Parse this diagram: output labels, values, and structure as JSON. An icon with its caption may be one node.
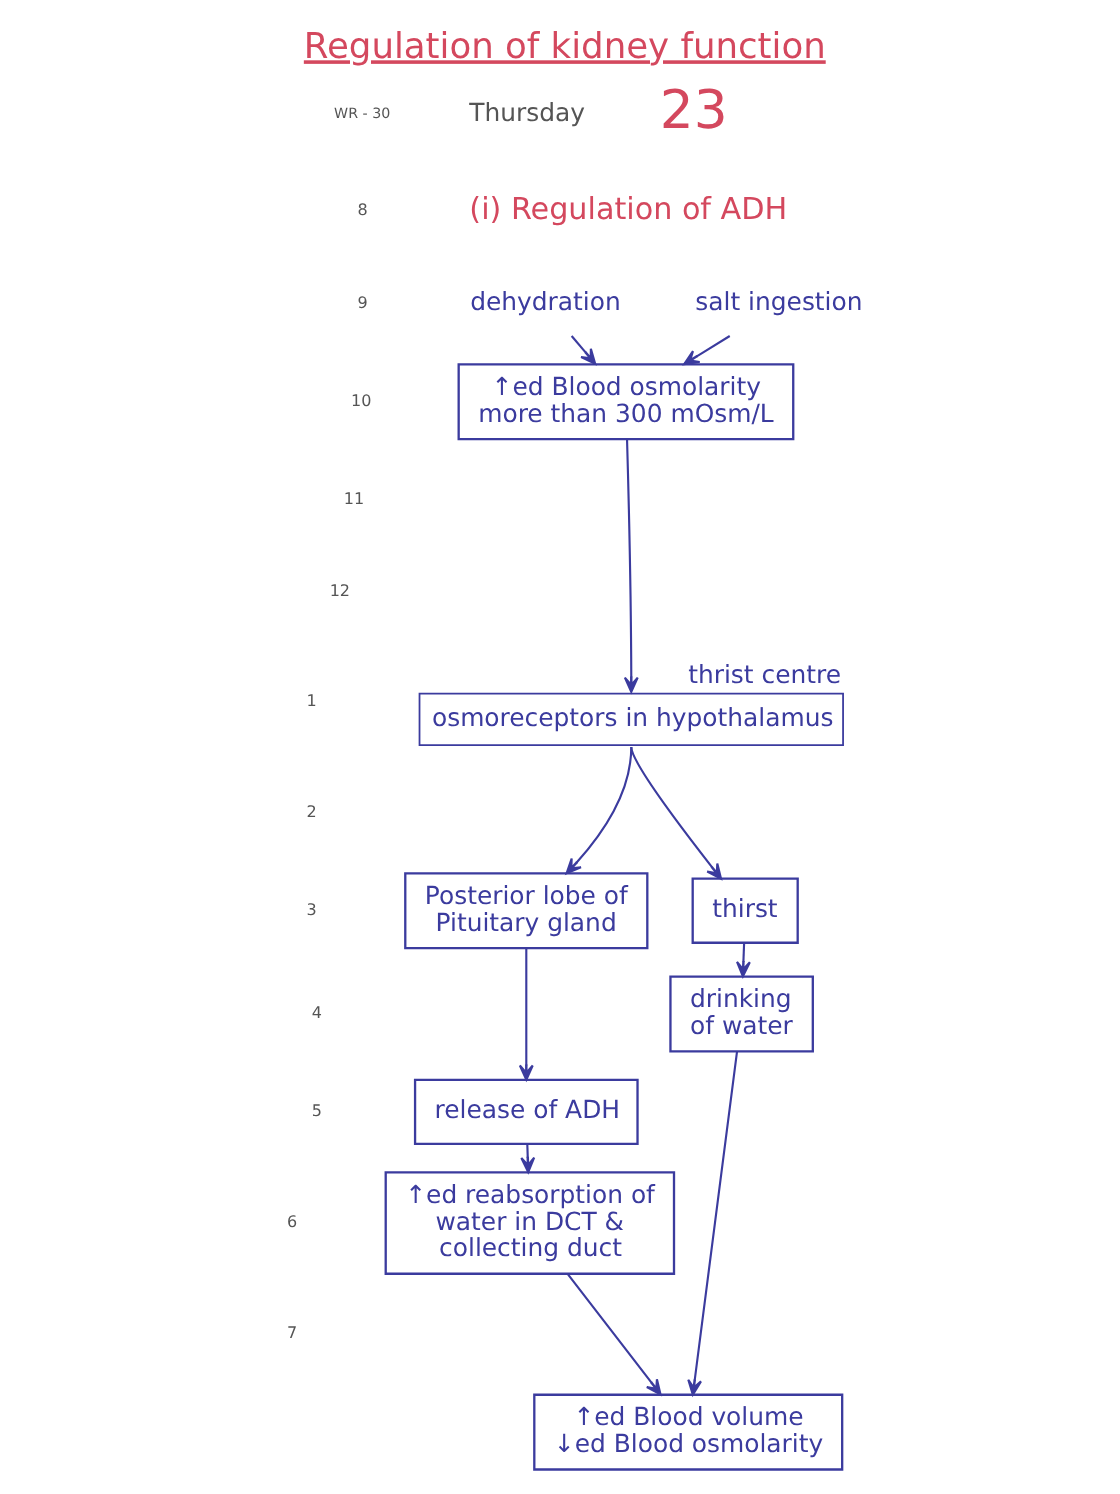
{
  "diagram": {
    "title": "Regulation of kidney function",
    "nodes": [
      {
        "text": [
          "dehydration"
        ]
      },
      {
        "text": [
          "salt ingestion"
        ]
      },
      {
        "text": [
          "↑ed Blood osmolarity more than 300 mOsm/L"
        ]
      },
      {
        "text": [
          "thrist centre",
          "osmoreceptors in hypothalamus"
        ]
      },
      {
        "text": [
          "Posterior lobe of Pituitary gland"
        ]
      },
      {
        "text": [
          "thirst"
        ]
      },
      {
        "text": [
          "release of ADH"
        ]
      },
      {
        "text": [
          "drinking of water"
        ]
      },
      {
        "text": [
          "↑ed reabsorption of water in DCT & collecting duct"
        ]
      },
      {
        "text": [
          "↑ed Blood volume",
          "↓ed Blood osmolarity"
        ]
      }
    ],
    "edges": [
      {
        "from": 0,
        "to": 2,
        "arrow": "to"
      },
      {
        "from": 1,
        "to": 2,
        "arrow": "to"
      },
      {
        "from": 2,
        "to": 3,
        "arrow": "to"
      },
      {
        "from": 3,
        "to": 4,
        "arrow": "to"
      },
      {
        "from": 3,
        "to": 5,
        "arrow": "to"
      },
      {
        "from": 4,
        "to": 6,
        "arrow": "to"
      },
      {
        "from": 5,
        "to": 7,
        "arrow": "to"
      },
      {
        "from": 6,
        "to": 8,
        "arrow": "to"
      },
      {
        "from": 8,
        "to": 9,
        "arrow": "to"
      },
      {
        "from": 7,
        "to": 9,
        "arrow": "to"
      }
    ],
    "labels": [
      "Thursday",
      "23",
      "WR - 30",
      "8",
      "(i) Regulation of ADH",
      "9",
      "10",
      "11",
      "12",
      "1",
      "2",
      "3",
      "4",
      "5",
      "6",
      "7"
    ]
  }
}
